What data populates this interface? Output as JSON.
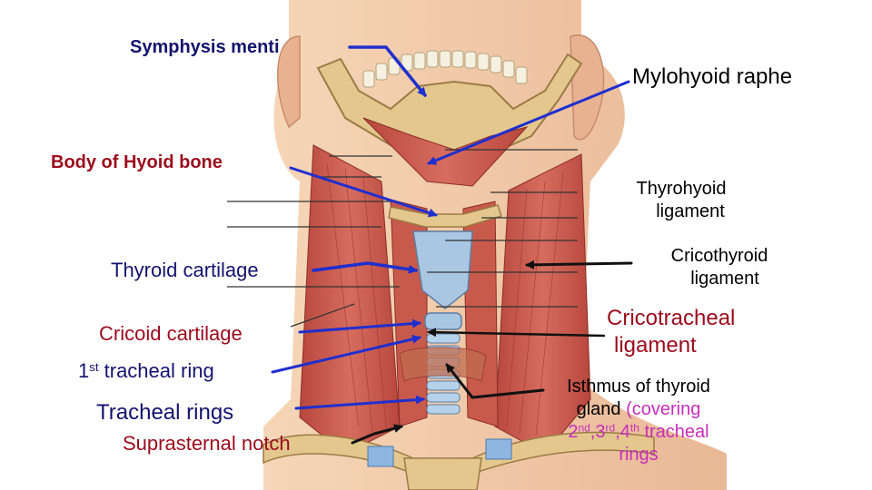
{
  "labels": {
    "symphysis_menti": "Symphysis menti",
    "mylohyoid_raphe": "Mylohyoid raphe",
    "body_of_hyoid": "Body of Hyoid bone",
    "thyrohyoid_line1": "Thyrohyoid",
    "thyrohyoid_line2": "ligament",
    "thyroid_cartilage": "Thyroid cartilage",
    "cricothyroid_line1": "Cricothyroid",
    "cricothyroid_line2": "ligament",
    "cricoid_cartilage": "Cricoid cartilage",
    "first_ring_num": "1",
    "first_ring_sup": "st",
    "first_ring_text": " tracheal ring",
    "cricotracheal_line1": "Cricotracheal",
    "cricotracheal_line2": "ligament",
    "isthmus_line1": "Isthmus of thyroid",
    "isthmus_line2_a": "gland ",
    "isthmus_line2_b": "(covering",
    "isthmus_n1": "2",
    "isthmus_s1": "nd",
    "isthmus_n2": ",3",
    "isthmus_s2": "rd",
    "isthmus_n3": ",4",
    "isthmus_s3": "th",
    "isthmus_n4": " tracheal",
    "isthmus_line4": "rings",
    "tracheal_rings": "Tracheal rings",
    "suprasternal_notch": "Suprasternal notch"
  },
  "colors": {
    "navy": "#13136e",
    "maroon": "#9b0b1c",
    "magenta": "#c52fb8",
    "pointer_blue": "#1f2fcf",
    "muscle": "#c95a4d",
    "bone": "#e3c78d",
    "cartilage": "#a9c7e2",
    "skin": "#f2c8a4"
  }
}
